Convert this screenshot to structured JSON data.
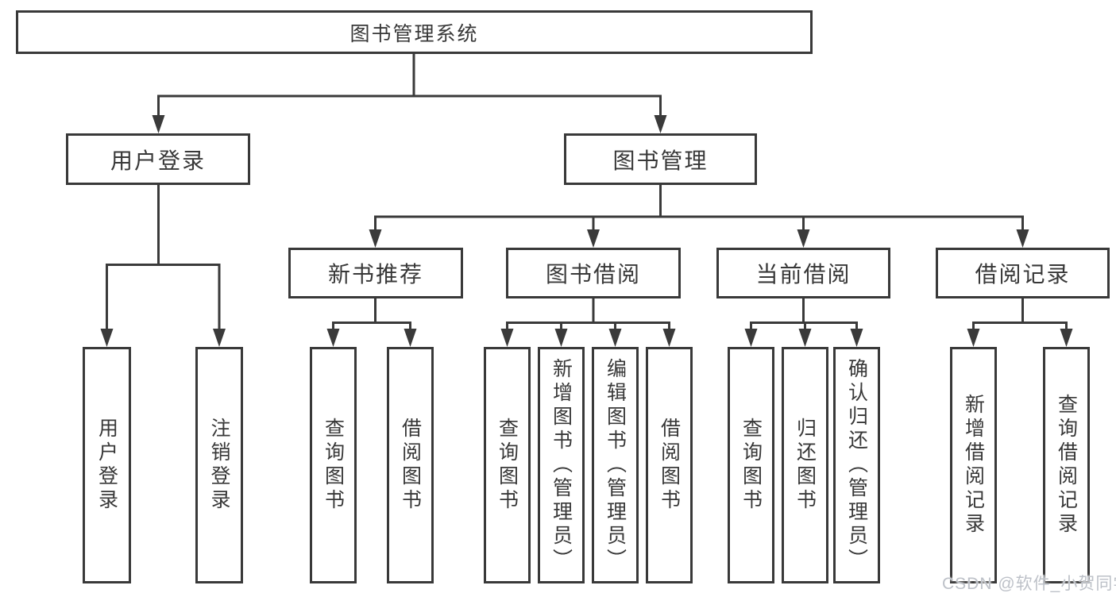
{
  "diagram": {
    "type": "hierarchy-tree",
    "colors": {
      "background": "#ffffff",
      "line": "#3a3a3a",
      "box_border": "#393939",
      "text": "#383838",
      "watermark": "#bdc1c8"
    }
  },
  "tree": {
    "root": "图书管理系统",
    "branches": [
      {
        "label": "用户登录",
        "children": [
          "用户登录",
          "注销登录"
        ]
      },
      {
        "label": "图书管理",
        "groups": [
          {
            "label": "新书推荐",
            "children": [
              "查询图书",
              "借阅图书"
            ]
          },
          {
            "label": "图书借阅",
            "children": [
              "查询图书",
              "新增图书（管理员）",
              "编辑图书（管理员）",
              "借阅图书"
            ]
          },
          {
            "label": "当前借阅",
            "children": [
              "查询图书",
              "归还图书",
              "确认归还（管理员）"
            ]
          },
          {
            "label": "借阅记录",
            "children": [
              "新增借阅记录",
              "查询借阅记录"
            ]
          }
        ]
      }
    ]
  },
  "watermark": {
    "text": "CSDN @软件_小贺同学"
  }
}
